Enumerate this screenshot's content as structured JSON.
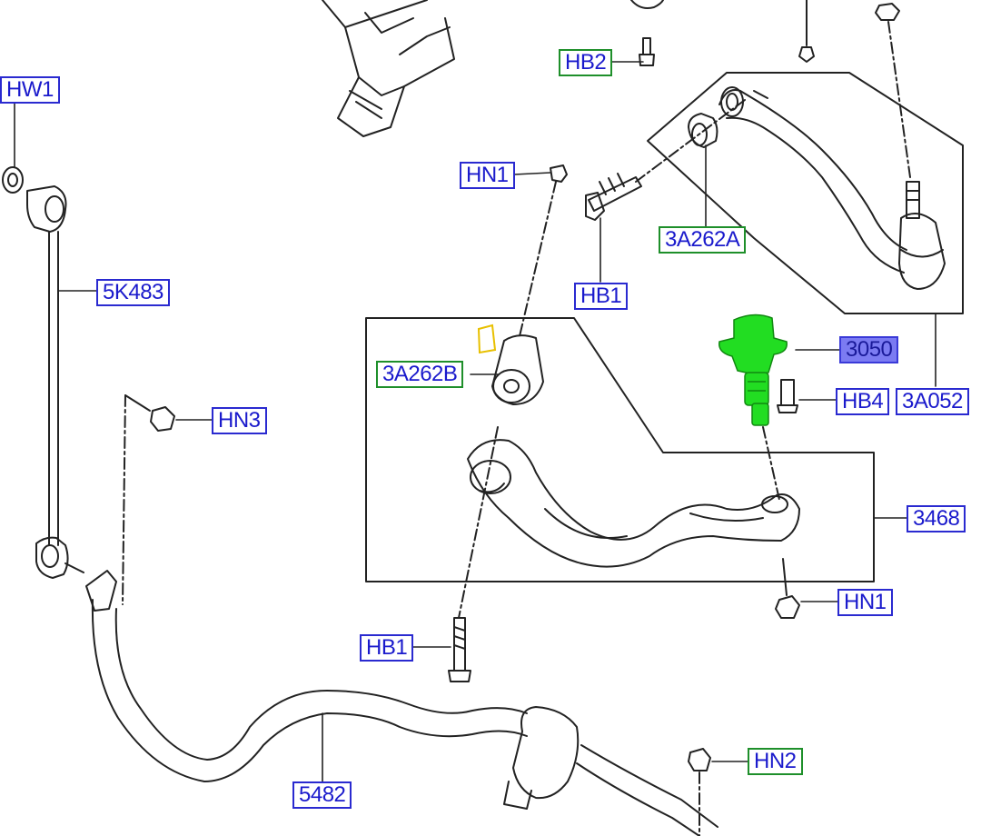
{
  "colors": {
    "callout_text": "#1a1acc",
    "callout_border_blue": "#2a2ad0",
    "callout_border_green": "#1e8f2a",
    "highlight_part": "#22dd22",
    "selected_callout_fill": "#7b7bf2",
    "yellow_marker": "#e8c000"
  },
  "icons": [
    "ball-joint-part-highlighted",
    "bushing",
    "bolt",
    "nut",
    "washer",
    "stabilizer-link",
    "stabilizer-bar",
    "lower-arm",
    "upper-arm"
  ],
  "callouts": {
    "hw1": "HW1",
    "hb2": "HB2",
    "hn1_top": "HN1",
    "c3a262a": "3A262A",
    "hb1_top": "HB1",
    "c5k483": "5K483",
    "c3050": "3050",
    "c3a262b": "3A262B",
    "hb4": "HB4",
    "c3a052": "3A052",
    "hn3": "HN3",
    "c3468": "3468",
    "hn1_bottom": "HN1",
    "hb1_bottom": "HB1",
    "hn2": "HN2",
    "c5482": "5482"
  }
}
